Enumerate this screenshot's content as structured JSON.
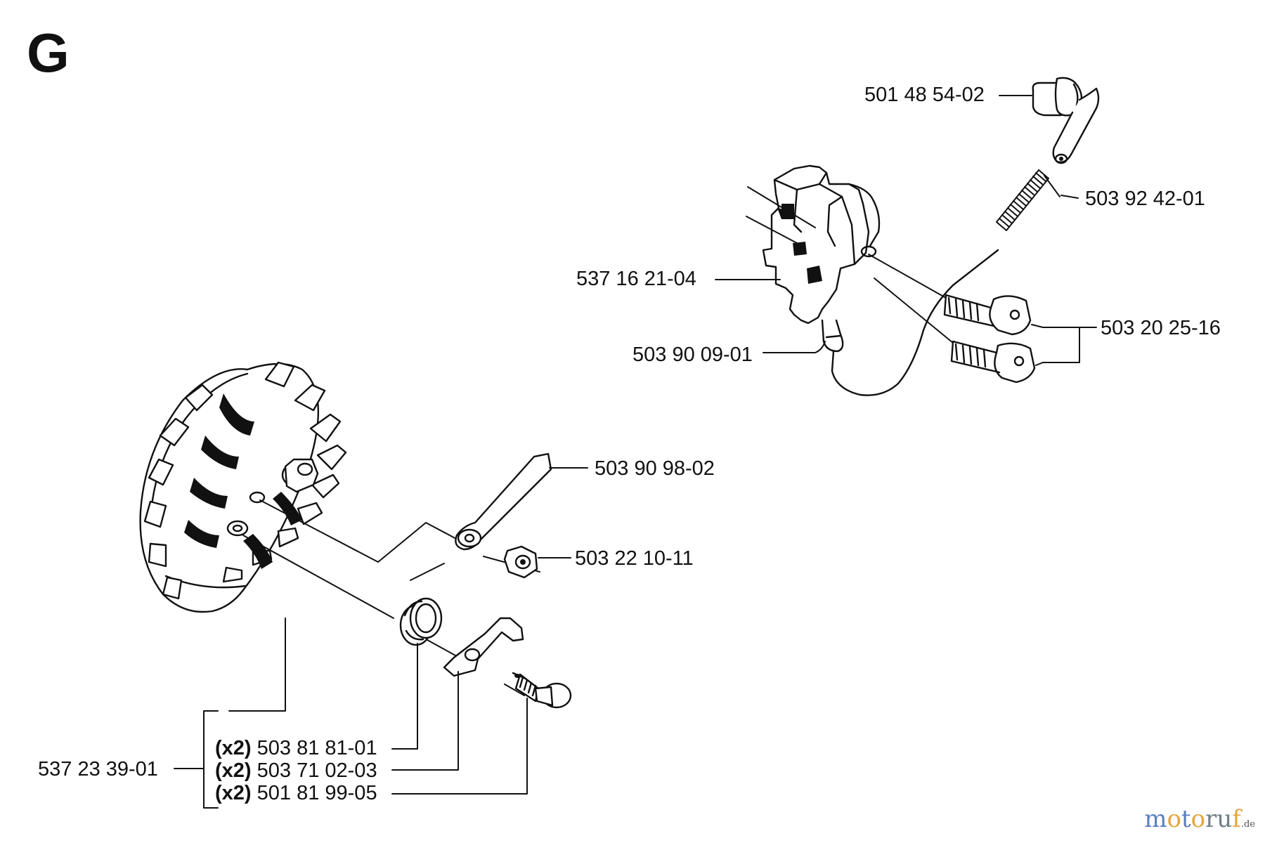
{
  "section": "G",
  "parts": {
    "spark_plug_cap": "501 48 54-02",
    "spring": "503 92 42-01",
    "ignition_module": "537 16 21-04",
    "screws": "503 20 25-16",
    "cable_grommet": "503 90 09-01",
    "washer": "503 90 98-02",
    "nut": "503 22 10-11",
    "flywheel_kit": "537 23 39-01",
    "pawl_spring": "503 81 81-01",
    "pawl": "503 71 02-03",
    "pawl_pin": "501 81 99-05"
  },
  "quantity_prefix": "(x2)",
  "watermark": {
    "name": "motoruf",
    "domain": ".de",
    "colors": {
      "blue": "#5a7fbf",
      "orange": "#e8a43a",
      "gray": "#6f7f86"
    }
  }
}
